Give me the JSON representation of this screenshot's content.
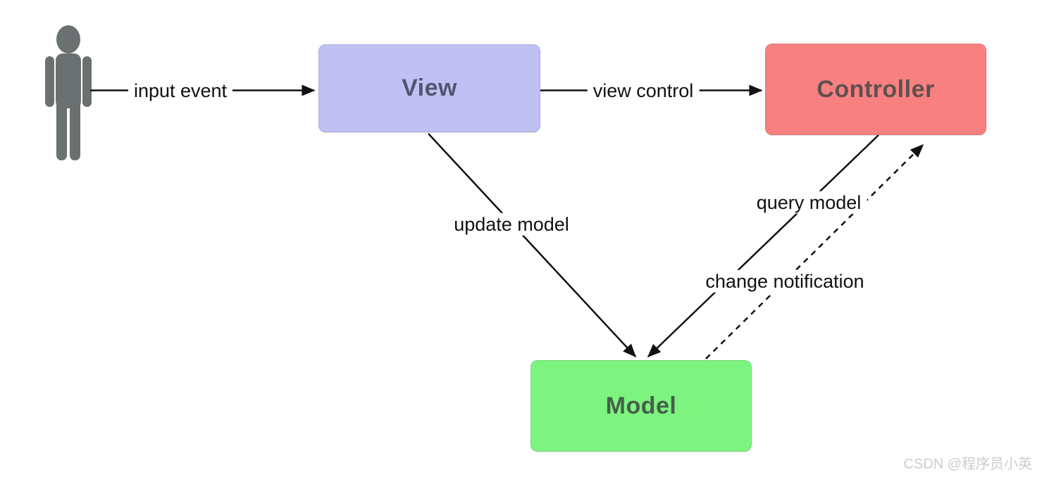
{
  "diagram": {
    "type": "mvc-architecture",
    "actor": {
      "name": "user",
      "color": "#6b7070"
    },
    "nodes": {
      "view": {
        "label": "View",
        "bg": "#c1c0f5",
        "text_color": "#51556e"
      },
      "controller": {
        "label": "Controller",
        "bg": "#f98080",
        "text_color": "#5e5050"
      },
      "model": {
        "label": "Model",
        "bg": "#7ef480",
        "text_color": "#44604a"
      }
    },
    "edges": [
      {
        "label": "input event",
        "from": "user",
        "to": "view",
        "style": "solid"
      },
      {
        "label": "view control",
        "from": "view",
        "to": "controller",
        "style": "solid"
      },
      {
        "label": "update model",
        "from": "view",
        "to": "model",
        "style": "solid"
      },
      {
        "label": "query model",
        "from": "controller",
        "to": "model",
        "style": "solid"
      },
      {
        "label": "change notification",
        "from": "model",
        "to": "controller",
        "style": "dashed"
      }
    ],
    "line_color": "#111111",
    "watermark": "CSDN @程序员小英"
  }
}
